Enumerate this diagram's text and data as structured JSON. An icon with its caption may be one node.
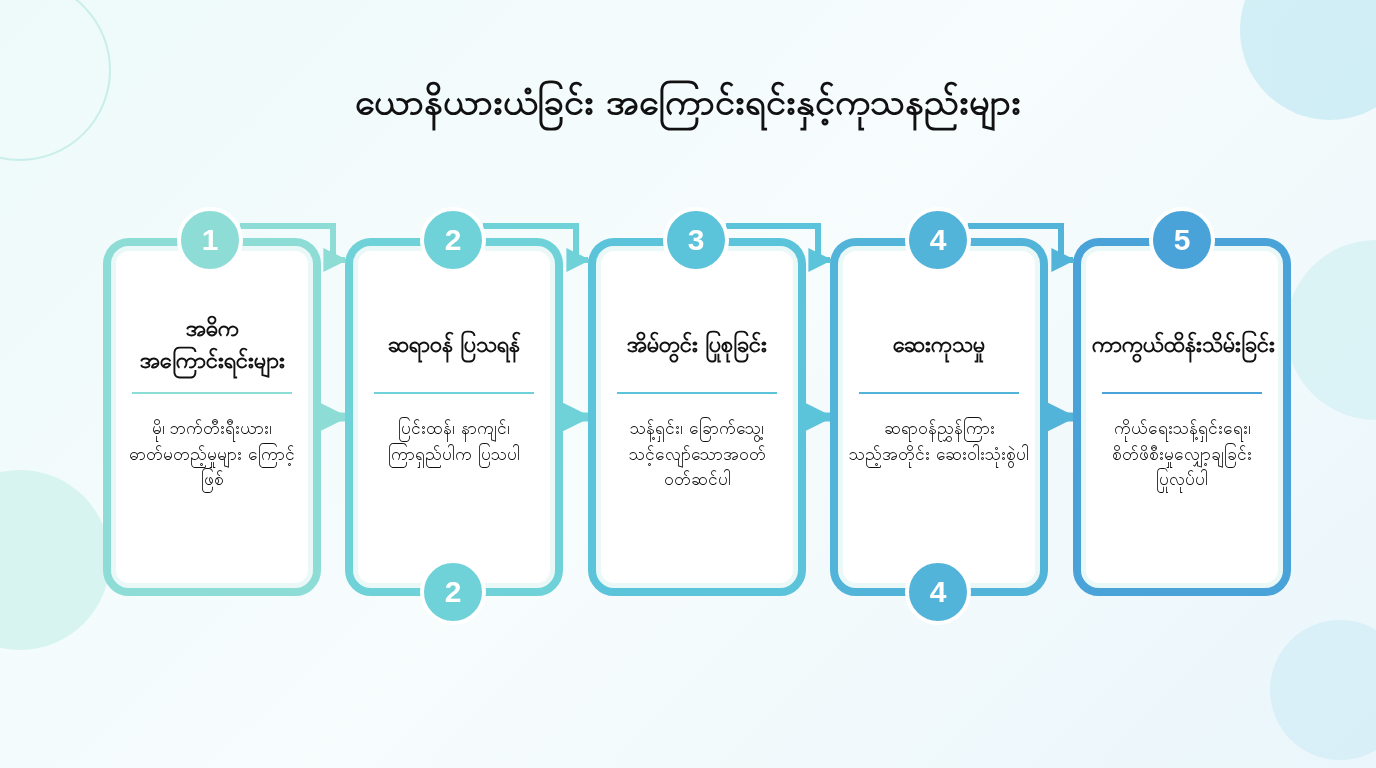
{
  "diagram": {
    "title": "ယောနိယားယံခြင်း အကြောင်းရင်းနှင့်ကုသနည်းများ",
    "nodes": [
      {
        "text": [
          "အဓိက အကြောင်းရင်းများ",
          "မို၊ ဘက်တီးရီးယား၊ ဓာတ်မတည့်မှုများ ကြောင့် ဖြစ်"
        ]
      },
      {
        "text": [
          "ဆရာဝန် ပြသရန်",
          "ပြင်းထန်၊ နာကျင်၊ ကြာရှည်ပါက ပြသပါ"
        ]
      },
      {
        "text": [
          "အိမ်တွင်း ပြုစုခြင်း",
          "သန့်ရှင်း၊ ခြောက်သွေ့၊ သင့်လျော်သောအဝတ် ဝတ်ဆင်ပါ"
        ]
      },
      {
        "text": [
          "ဆေးကုသမှု",
          "ဆရာဝန်ညွှန်ကြား သည့်အတိုင်း ဆေးဝါးသုံးစွဲပါ"
        ]
      },
      {
        "text": [
          "ကာကွယ်ထိန်းသိမ်းခြင်း",
          "ကိုယ်ရေးသန့်ရှင်းရေး၊ စိတ်ဖိစီးမှုလျှော့ချခြင်း ပြုလုပ်ပါ"
        ]
      },
      {
        "text": [
          "1"
        ]
      },
      {
        "text": [
          "2"
        ]
      },
      {
        "text": [
          "3"
        ]
      },
      {
        "text": [
          "4"
        ]
      },
      {
        "text": [
          "5"
        ]
      },
      {
        "text": [
          "2"
        ]
      },
      {
        "text": [
          "4"
        ]
      }
    ],
    "edges": [
      {
        "from": 5,
        "to": 1,
        "arrow": "to"
      },
      {
        "from": 6,
        "to": 2,
        "arrow": "to"
      },
      {
        "from": 7,
        "to": 3,
        "arrow": "to"
      },
      {
        "from": 8,
        "to": 4,
        "arrow": "to"
      },
      {
        "from": 0,
        "to": 1,
        "arrow": "to"
      },
      {
        "from": 1,
        "to": 2,
        "arrow": "to"
      },
      {
        "from": 2,
        "to": 3,
        "arrow": "to"
      },
      {
        "from": 3,
        "to": 4,
        "arrow": "to"
      }
    ]
  }
}
